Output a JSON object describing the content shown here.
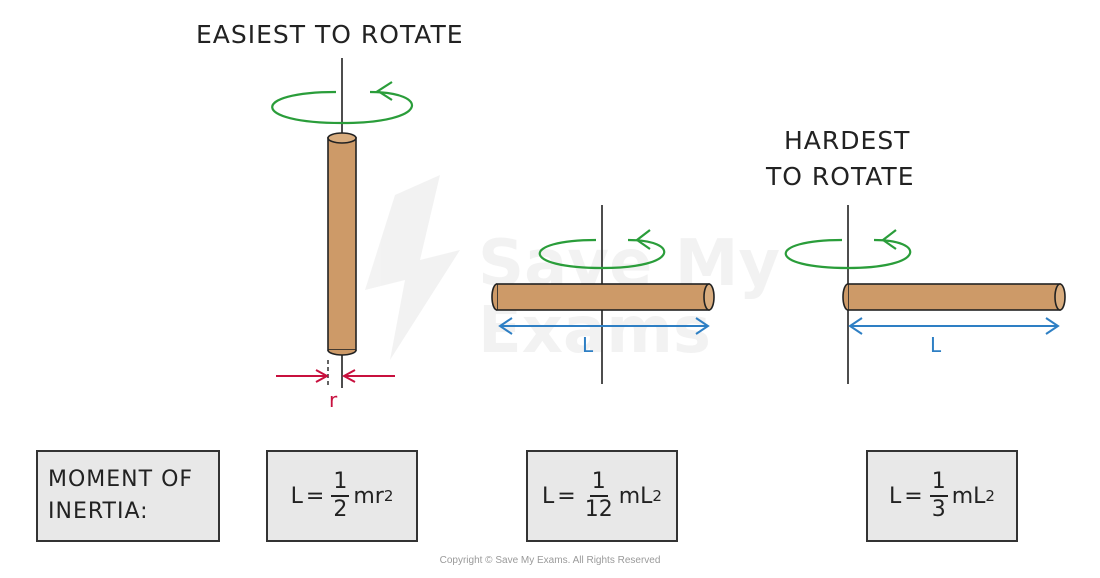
{
  "labels": {
    "easiest": "EASIEST TO ROTATE",
    "hardest_line1": "HARDEST",
    "hardest_line2": "TO ROTATE",
    "radius": "r",
    "length_center": "L",
    "length_end": "L",
    "watermark_line1": "Save My",
    "watermark_line2": "Exams"
  },
  "moment_box": {
    "line1": "MOMENT OF",
    "line2": "INERTIA:"
  },
  "formulas": [
    {
      "lhs": "L",
      "eq": "=",
      "num": "1",
      "den": "2",
      "var": "mr",
      "exp": "2"
    },
    {
      "lhs": "L",
      "eq": "=",
      "num": "1",
      "den": "12",
      "var": "mL",
      "exp": "2"
    },
    {
      "lhs": "L",
      "eq": "=",
      "num": "1",
      "den": "3",
      "var": "mL",
      "exp": "2"
    }
  ],
  "footer": {
    "copyright": "Copyright © Save My Exams. All Rights Reserved"
  },
  "colors": {
    "rod_fill": "#cd9a68",
    "rod_stroke": "#222222",
    "rotation_arrow": "#2a9d3a",
    "length_arrow": "#2e7fc4",
    "radius_arrow": "#c8103e",
    "box_fill": "#e8e8e8"
  }
}
